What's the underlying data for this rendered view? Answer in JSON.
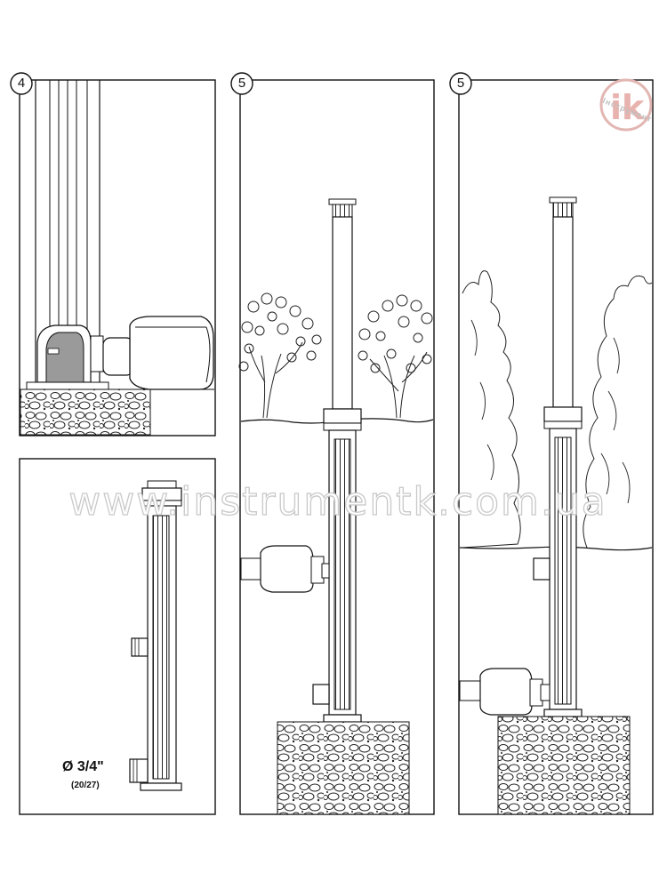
{
  "steps": [
    "4",
    "5",
    "5"
  ],
  "diameter_label": "Ø 3/4\"",
  "thread_label": "(20/27)",
  "watermark": "www.instrumentk.com.ua",
  "logo_text": "Інструмент",
  "logo_letters": "ik"
}
